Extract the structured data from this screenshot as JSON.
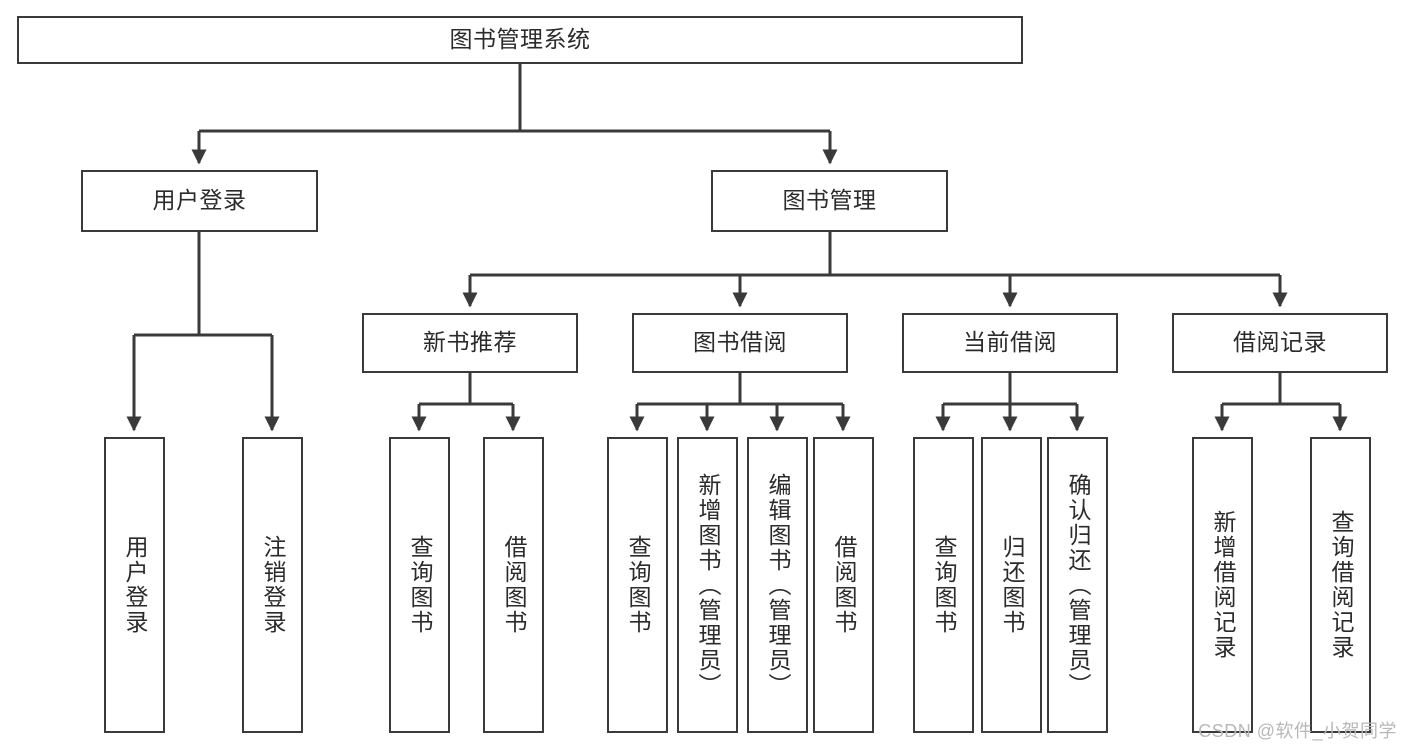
{
  "diagram": {
    "title": "图书管理系统",
    "type": "hierarchy-tree",
    "colors": {
      "stroke": "#3a3a3a",
      "text": "#2b2b2b",
      "background": "#ffffff",
      "watermark": "#b8b8b8"
    },
    "root": {
      "label": "图书管理系统"
    },
    "level2": [
      {
        "label": "用户登录"
      },
      {
        "label": "图书管理"
      }
    ],
    "level3": [
      {
        "label": "新书推荐"
      },
      {
        "label": "图书借阅"
      },
      {
        "label": "当前借阅"
      },
      {
        "label": "借阅记录"
      }
    ],
    "leaves": [
      {
        "label": "用户登录"
      },
      {
        "label": "注销登录"
      },
      {
        "label": "查询图书"
      },
      {
        "label": "借阅图书"
      },
      {
        "label": "查询图书"
      },
      {
        "label": "新增图书（管理员）"
      },
      {
        "label": "编辑图书（管理员）"
      },
      {
        "label": "借阅图书"
      },
      {
        "label": "查询图书"
      },
      {
        "label": "归还图书"
      },
      {
        "label": "确认归还（管理员）"
      },
      {
        "label": "新增借阅记录"
      },
      {
        "label": "查询借阅记录"
      }
    ]
  },
  "watermark": {
    "text": "CSDN @软件_小贺同学"
  }
}
